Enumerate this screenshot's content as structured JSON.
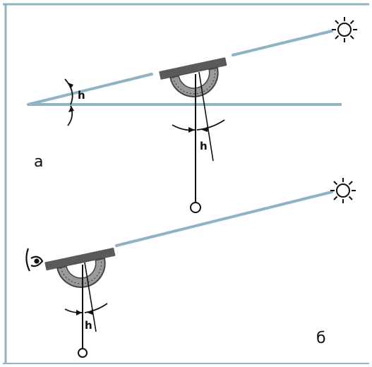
{
  "labels": {
    "angle_h": "h",
    "panel_a": "а",
    "panel_b": "б"
  },
  "icons": {
    "sun": "sun-icon",
    "eye": "eye-icon",
    "protractor": "protractor-icon",
    "plumb_bob": "plumb-bob-icon"
  },
  "colors": {
    "sight_line": "#8fb3c4",
    "protractor": "#5a5a5a",
    "protractor_face": "#9a9a9a",
    "ink": "#111111",
    "border": "#8fb3c4"
  }
}
